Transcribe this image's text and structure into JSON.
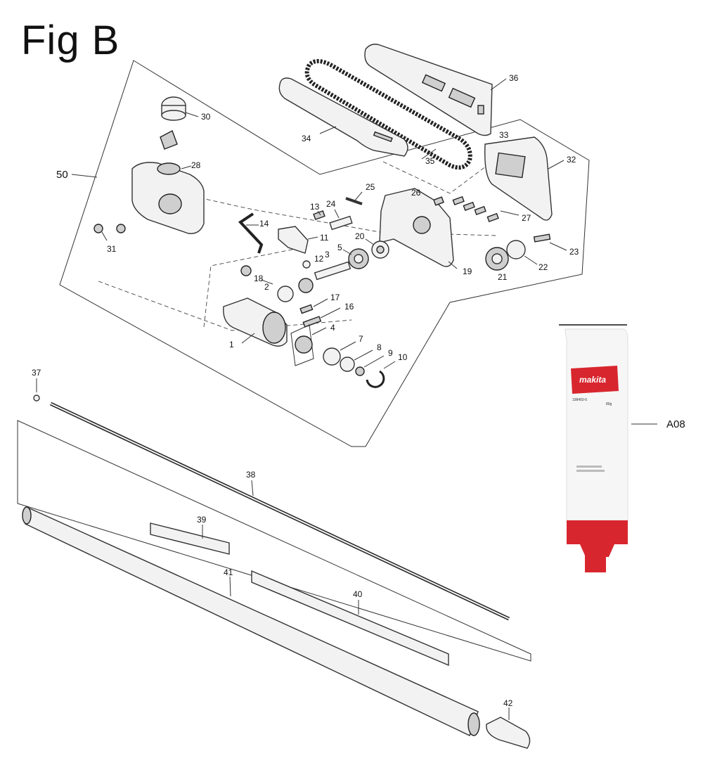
{
  "figure": {
    "title": "Fig B"
  },
  "callouts": {
    "p1": "1",
    "p2": "2",
    "p3": "3",
    "p4": "4",
    "p5": "5",
    "p7": "7",
    "p8": "8",
    "p9": "9",
    "p10": "10",
    "p11": "11",
    "p12": "12",
    "p13": "13",
    "p14": "14",
    "p16": "16",
    "p17": "17",
    "p18": "18",
    "p19": "19",
    "p20": "20",
    "p21": "21",
    "p22": "22",
    "p23": "23",
    "p24": "24",
    "p25": "25",
    "p26": "26",
    "p27": "27",
    "p28": "28",
    "p30": "30",
    "p31": "31",
    "p32": "32",
    "p33": "33",
    "p34": "34",
    "p35": "35",
    "p36": "36",
    "p37": "37",
    "p38": "38",
    "p39": "39",
    "p40": "40",
    "p41": "41",
    "p42": "42",
    "p50": "50",
    "a08": "A08"
  },
  "grease_tube": {
    "brand": "makita",
    "part_no": "198450-5",
    "weight": "80g"
  },
  "colors": {
    "brand_red": "#d8262e",
    "line": "#333333"
  }
}
